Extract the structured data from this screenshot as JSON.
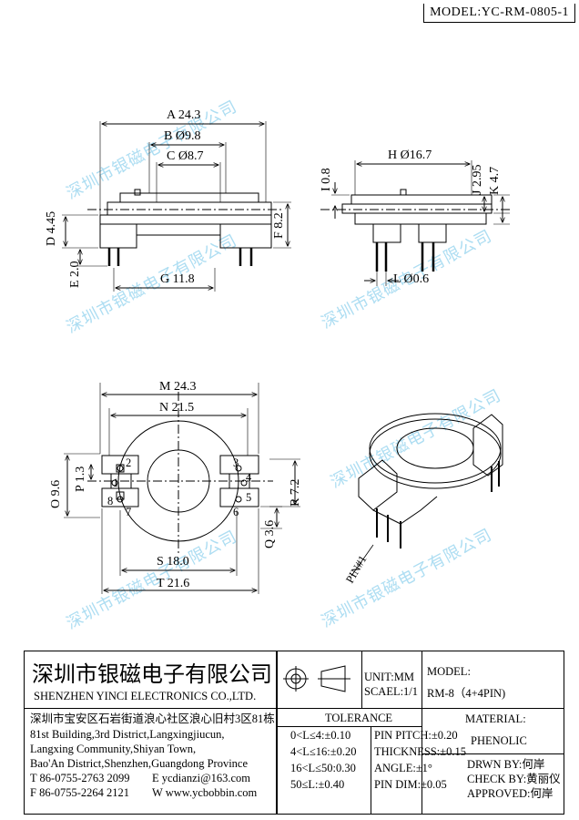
{
  "header": {
    "model": "MODEL:YC-RM-0805-1"
  },
  "watermark": "深圳市银磁电子有限公司",
  "dims": {
    "A": "A 24.3",
    "B": "B Ø9.8",
    "C": "C Ø8.7",
    "D": "D 4.45",
    "E": "E 2.0",
    "F": "F 8.2",
    "G": "G 11.8",
    "H": "H Ø16.7",
    "I": "I 0.8",
    "J": "J 2.95",
    "K": "K 4.7",
    "L": "L Ø0.6",
    "M": "M 24.3",
    "N": "N 21.5",
    "O": "O 9.6",
    "P": "P 1.3",
    "Q": "Q 3.6",
    "R": "R 7.2",
    "S": "S 18.0",
    "T": "T 21.6"
  },
  "pins": [
    "1",
    "2",
    "3",
    "4",
    "5",
    "6",
    "7",
    "8"
  ],
  "pin_label": "PIN#1",
  "company": {
    "name_cn": "深圳市银磁电子有限公司",
    "name_en": "SHENZHEN YINCI ELECTRONICS CO.,LTD.",
    "addr_cn": "深圳市宝安区石岩街道浪心社区浪心旧村3区81栋",
    "addr_en1": "81st Building,3rd District,Langxingjiucun,",
    "addr_en2": "Langxing Community,Shiyan Town,",
    "addr_en3": "Bao'An District,Shenzhen,Guangdong Province",
    "tel": "T 86-0755-2763 2099",
    "email": "E ycdianzi@163.com",
    "fax": "F 86-0755-2264 2121",
    "web": "W www.ycbobbin.com"
  },
  "units": {
    "unit": "UNIT:MM",
    "scale": "SCAEL:1/1"
  },
  "tolerance": {
    "title": "TOLERANCE",
    "rows": [
      {
        "range": "0<L≤4:±0.10",
        "item": "PIN PITCH:±0.20"
      },
      {
        "range": "4<L≤16:±0.20",
        "item": "THICKNESS:±0.15"
      },
      {
        "range": "16<L≤50:0.30",
        "item": "ANGLE:±1°"
      },
      {
        "range": "50≤L:±0.40",
        "item": "PIN DIM:±0.05"
      }
    ]
  },
  "model_box": {
    "label": "MODEL:",
    "value": "RM-8（4+4PIN)"
  },
  "material_box": {
    "label": "MATERIAL:",
    "value": "PHENOLIC"
  },
  "approvals": {
    "drawn": "DRWN BY:何岸",
    "check": "CHECK BY:黄丽仪",
    "approved": "APPROVED:何岸"
  }
}
